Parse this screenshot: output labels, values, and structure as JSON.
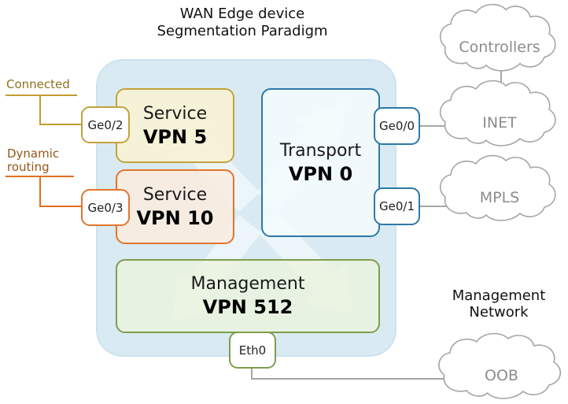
{
  "title": {
    "line1": "WAN Edge device",
    "line2": "Segmentation Paradigm"
  },
  "annotations": {
    "connected": "Connected",
    "dynamic_routing": {
      "line1": "Dynamic",
      "line2": "routing"
    },
    "management_network": {
      "line1": "Management",
      "line2": "Network"
    }
  },
  "device": {
    "service_vpn5": {
      "name": "Service",
      "vpn": "VPN 5"
    },
    "service_vpn10": {
      "name": "Service",
      "vpn": "VPN 10"
    },
    "transport_vpn0": {
      "name": "Transport",
      "vpn": "VPN 0"
    },
    "management_vpn512": {
      "name": "Management",
      "vpn": "VPN 512"
    }
  },
  "interfaces": {
    "ge0_2": "Ge0/2",
    "ge0_3": "Ge0/3",
    "ge0_0": "Ge0/0",
    "ge0_1": "Ge0/1",
    "eth0": "Eth0"
  },
  "clouds": {
    "controllers": "Controllers",
    "inet": "INET",
    "mpls": "MPLS",
    "oob": "OOB"
  },
  "colors": {
    "device_fill": "#D9EAF2",
    "service_vpn5_border": "#C5A23C",
    "service_vpn5_fill": "#F4F0D6",
    "service_vpn10_border": "#E3752C",
    "service_vpn10_fill": "#F8ECE1",
    "transport_border": "#2C79A8",
    "transport_fill": "#F3FAFC",
    "management_border": "#7E9E4D",
    "management_fill": "#EAF2DF",
    "connected_accent": "#C09E2E",
    "dynamic_routing_accent": "#E0701E",
    "cloud_stroke": "#A6A6A6",
    "cloud_text": "#8C8C8C",
    "connector_gray": "#A6A6A6",
    "title_text": "#111111"
  }
}
